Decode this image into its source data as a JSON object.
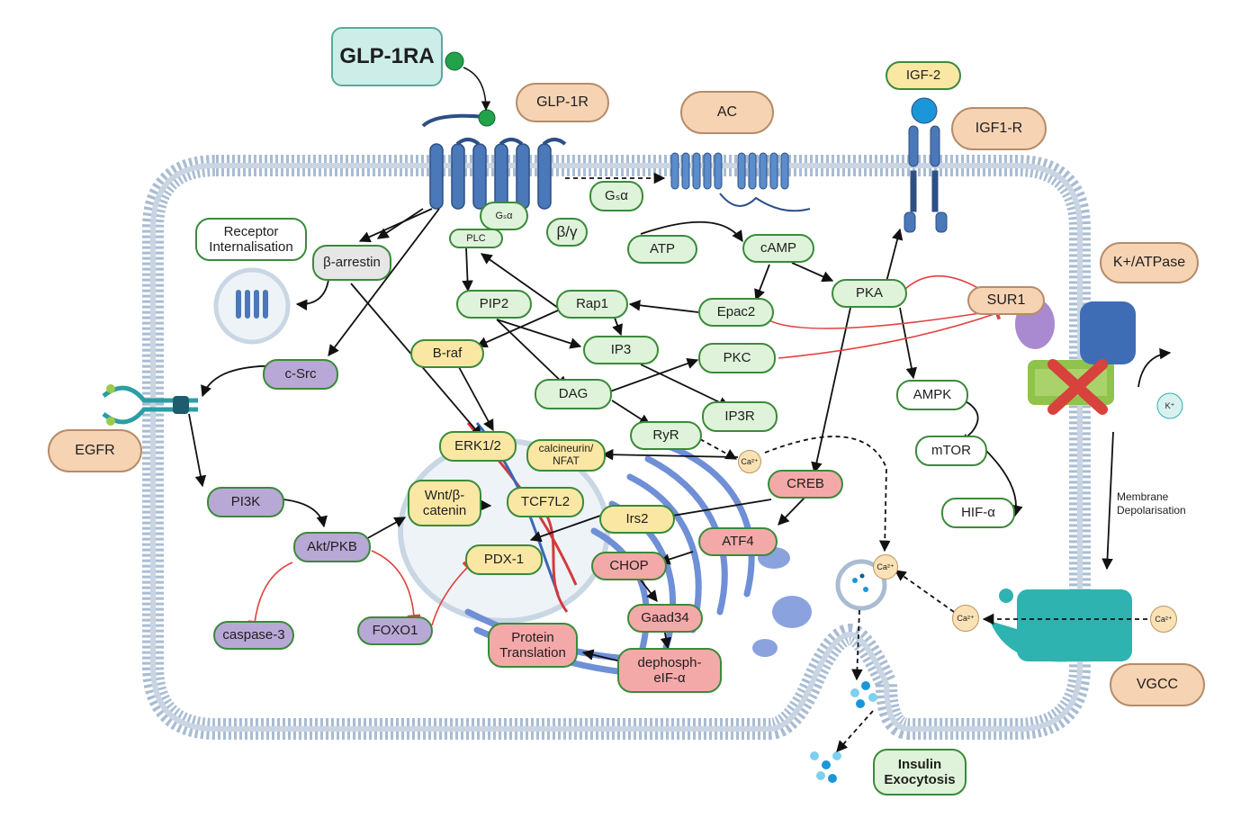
{
  "ligand": {
    "label": "GLP-1RA"
  },
  "receptors": {
    "glp1r": "GLP-1R",
    "ac": "AC",
    "igf2": "IGF-2",
    "igf1r": "IGF1-R",
    "egfr": "EGFR",
    "katpase": "K+/ATPase",
    "vgcc": "VGCC",
    "sur1": "SUR1"
  },
  "g_proteins": {
    "gsa_out": "Gₛα",
    "gsa_in": "Gₛα",
    "beta_gamma": "β/γ",
    "plc": "PLC"
  },
  "nodes": {
    "receptor_internalisation": "Receptor\nInternalisation",
    "beta_arrestin": "β-arrestin",
    "c_src": "c-Src",
    "pi3k": "PI3K",
    "akt": "Akt/PKB",
    "caspase3": "caspase-3",
    "foxo1": "FOXO1",
    "atp": "ATP",
    "camp": "cAMP",
    "pka": "PKA",
    "epac2": "Epac2",
    "rap1": "Rap1",
    "pip2": "PIP2",
    "ip3": "IP3",
    "braf": "B-raf",
    "dag": "DAG",
    "pkc": "PKC",
    "ip3r": "IP3R",
    "ryr": "RyR",
    "erk": "ERK1/2",
    "calcineurin": "calcineurin/\nNFAT",
    "wnt": "Wnt/β-\ncatenin",
    "tcf7l2": "TCF7L2",
    "irs2": "Irs2",
    "pdx1": "PDX-1",
    "creb": "CREB",
    "atf4": "ATF4",
    "chop": "CHOP",
    "gaad34": "Gaad34",
    "dephosph": "dephosph-\neIF-α",
    "protein_translation": "Protein\nTranslation",
    "ampk": "AMPK",
    "mtor": "mTOR",
    "hif": "HIF-α",
    "insulin_exocytosis": "Insulin\nExocytosis"
  },
  "ions": {
    "ca": "Ca²⁺",
    "k": "K⁺"
  },
  "annotations": {
    "membrane_depolarisation": "Membrane\nDepolarisation"
  },
  "colors": {
    "membrane": "#9fb3c9",
    "receptor_blue": "#4a78b8",
    "green_node": "#dff3da",
    "yellow_node": "#fbe7a4",
    "purple_node": "#b8a8d6",
    "red_node": "#f4a9a9",
    "orange_label": "#f6d3b3",
    "inhibition": "#e0413d",
    "er_blue": "#6f8fd6",
    "teal_channel": "#2fb3b0"
  }
}
